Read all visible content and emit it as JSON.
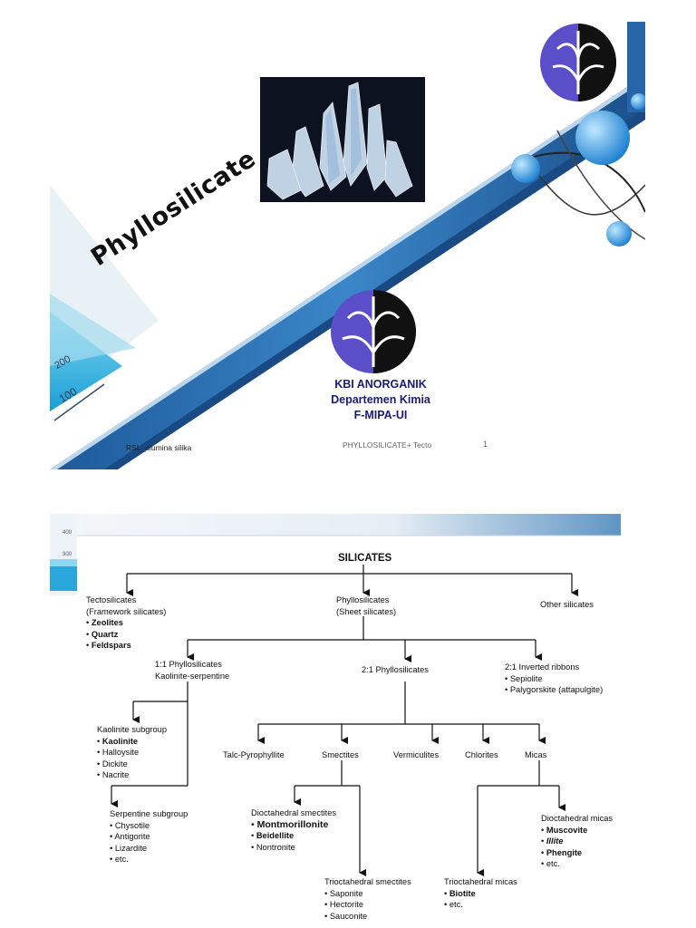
{
  "slide1": {
    "title": "Phyllosilicate",
    "org_line1": "KBI ANORGANIK",
    "org_line2": "Departemen Kimia",
    "org_line3": "F-MIPA-UI",
    "footer_left": "RSL_alumina silika",
    "footer_center": "PHYLLOSILICATE+ Tecto",
    "slide_number": "1",
    "beaker_marks": [
      "100",
      "200"
    ],
    "colors": {
      "accent_blue": "#2f6fb3",
      "logo_purple": "#5b4fc9",
      "org_text": "#1a1a7a"
    }
  },
  "slide2": {
    "beaker_marks": [
      "400",
      "300"
    ],
    "root": "SILICATES",
    "tecto": {
      "title_line1": "Tectosilicates",
      "title_line2": "(Framework silicates)",
      "items": [
        "Zeolites",
        "Quartz",
        "Feldspars"
      ]
    },
    "phyllo": {
      "line1": "Phyllosilicates",
      "line2": "(Sheet silicates)"
    },
    "other": "Other silicates",
    "one_one": {
      "line1": "1:1 Phyllosilicates",
      "line2": "Kaolinite-serpentine"
    },
    "two_one": "2:1 Phyllosilicates",
    "inverted": {
      "title": "2:1 Inverted ribbons",
      "items": [
        "Sepiolite",
        "Palygorskite (attapulgite)"
      ]
    },
    "kaolinite": {
      "title": "Kaolinite subgroup",
      "items": [
        "Kaolinite",
        "Halloysite",
        "Dickite",
        "Nacrite"
      ]
    },
    "serpentine": {
      "title": "Serpentine subgroup",
      "items": [
        "Chysotile",
        "Antigorite",
        "Lizardite",
        "etc."
      ]
    },
    "groups": [
      "Talc-Pyrophyllite",
      "Smectites",
      "Vermiculites",
      "Chlorites",
      "Micas"
    ],
    "dioct_smectites": {
      "title": "Dioctahedral smectites",
      "items": [
        "Montmorillonite",
        "Beidellite",
        "Nontronite"
      ]
    },
    "trioct_smectites": {
      "title": "Trioctahedral smectites",
      "items": [
        "Saponite",
        "Hectorite",
        "Sauconite"
      ]
    },
    "trioct_micas": {
      "title": "Trioctahedral micas",
      "items": [
        "Biotite",
        "etc."
      ]
    },
    "dioct_micas": {
      "title": "Dioctahedral micas",
      "items": [
        "Muscovite",
        "Illite",
        "Phengite",
        "etc."
      ]
    }
  }
}
